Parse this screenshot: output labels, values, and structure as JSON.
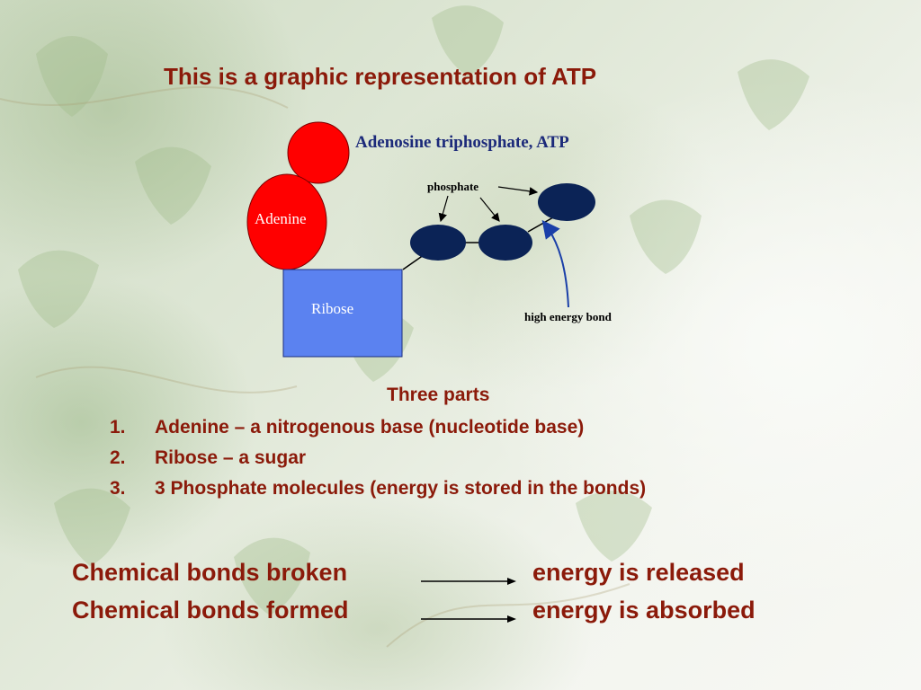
{
  "slide": {
    "title": "This is a graphic representation of ATP",
    "diagram": {
      "heading": "Adenosine triphosphate, ATP",
      "adenine_label": "Adenine",
      "ribose_label": "Ribose",
      "phosphate_label": "phosphate",
      "high_energy_label": "high energy bond",
      "colors": {
        "adenine": "#ff0000",
        "ribose": "#5b82f0",
        "phosphate": "#0b2356",
        "text_primary": "#8b1a0a",
        "heading": "#1c2a7a"
      }
    },
    "parts": {
      "heading": "Three parts",
      "items": [
        {
          "num": "1.",
          "text": "Adenine – a nitrogenous base (nucleotide base)"
        },
        {
          "num": "2.",
          "text": "Ribose – a sugar"
        },
        {
          "num": "3.",
          "text": "3 Phosphate molecules (energy is stored in the bonds)"
        }
      ]
    },
    "bonds": [
      {
        "cause": "Chemical bonds broken",
        "effect": "energy is released"
      },
      {
        "cause": "Chemical bonds formed",
        "effect": "energy is absorbed"
      }
    ]
  }
}
